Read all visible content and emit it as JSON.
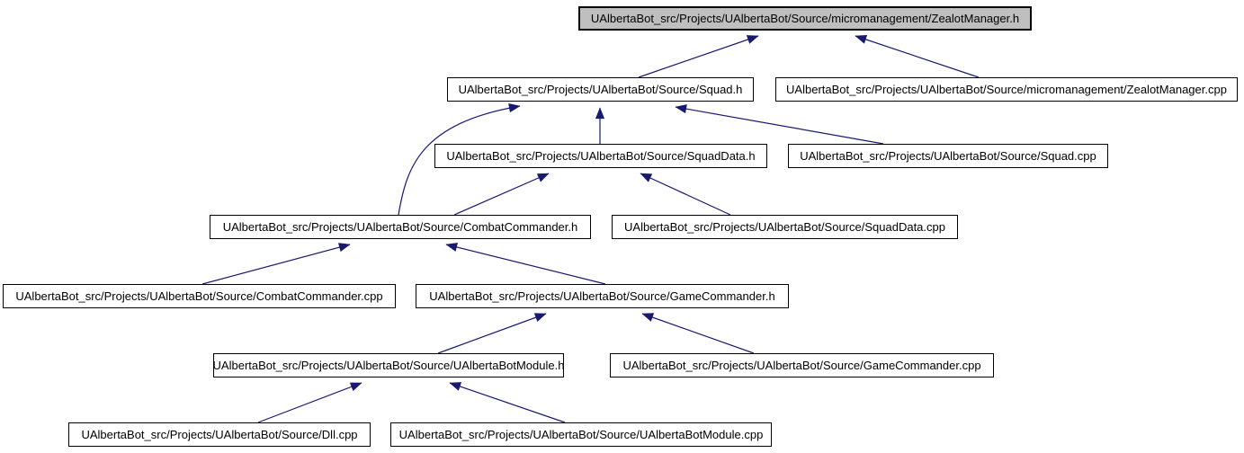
{
  "diagram": {
    "type": "doxygen-included-by-dependency-graph",
    "colors": {
      "edge": "#191970",
      "node_border": "#000000",
      "node_fill": "#ffffff",
      "highlight_fill": "#bfbfbf",
      "text": "#000000",
      "background": "#ffffff"
    },
    "nodes": [
      {
        "id": "zealotmanager-h",
        "label": "UAlbertaBot_src/Projects/UAlbertaBot/Source/micromanagement/ZealotManager.h",
        "highlighted": true
      },
      {
        "id": "squad-h",
        "label": "UAlbertaBot_src/Projects/UAlbertaBot/Source/Squad.h",
        "highlighted": false
      },
      {
        "id": "zealotmanager-cpp",
        "label": "UAlbertaBot_src/Projects/UAlbertaBot/Source/micromanagement/ZealotManager.cpp",
        "highlighted": false
      },
      {
        "id": "squaddata-h",
        "label": "UAlbertaBot_src/Projects/UAlbertaBot/Source/SquadData.h",
        "highlighted": false
      },
      {
        "id": "squad-cpp",
        "label": "UAlbertaBot_src/Projects/UAlbertaBot/Source/Squad.cpp",
        "highlighted": false
      },
      {
        "id": "combatcommander-h",
        "label": "UAlbertaBot_src/Projects/UAlbertaBot/Source/CombatCommander.h",
        "highlighted": false
      },
      {
        "id": "squaddata-cpp",
        "label": "UAlbertaBot_src/Projects/UAlbertaBot/Source/SquadData.cpp",
        "highlighted": false
      },
      {
        "id": "combatcommander-cpp",
        "label": "UAlbertaBot_src/Projects/UAlbertaBot/Source/CombatCommander.cpp",
        "highlighted": false
      },
      {
        "id": "gamecommander-h",
        "label": "UAlbertaBot_src/Projects/UAlbertaBot/Source/GameCommander.h",
        "highlighted": false
      },
      {
        "id": "ualbertabotmodule-h",
        "label": "UAlbertaBot_src/Projects/UAlbertaBot/Source/UAlbertaBotModule.h",
        "highlighted": false
      },
      {
        "id": "gamecommander-cpp",
        "label": "UAlbertaBot_src/Projects/UAlbertaBot/Source/GameCommander.cpp",
        "highlighted": false
      },
      {
        "id": "dll-cpp",
        "label": "UAlbertaBot_src/Projects/UAlbertaBot/Source/Dll.cpp",
        "highlighted": false
      },
      {
        "id": "ualbertabotmodule-cpp",
        "label": "UAlbertaBot_src/Projects/UAlbertaBot/Source/UAlbertaBotModule.cpp",
        "highlighted": false
      }
    ],
    "edges": [
      {
        "from": "squad-h",
        "to": "zealotmanager-h"
      },
      {
        "from": "zealotmanager-cpp",
        "to": "zealotmanager-h"
      },
      {
        "from": "combatcommander-h",
        "to": "squad-h"
      },
      {
        "from": "squaddata-h",
        "to": "squad-h"
      },
      {
        "from": "squad-cpp",
        "to": "squad-h"
      },
      {
        "from": "combatcommander-h",
        "to": "squaddata-h"
      },
      {
        "from": "squaddata-cpp",
        "to": "squaddata-h"
      },
      {
        "from": "combatcommander-cpp",
        "to": "combatcommander-h"
      },
      {
        "from": "gamecommander-h",
        "to": "combatcommander-h"
      },
      {
        "from": "ualbertabotmodule-h",
        "to": "gamecommander-h"
      },
      {
        "from": "gamecommander-cpp",
        "to": "gamecommander-h"
      },
      {
        "from": "dll-cpp",
        "to": "ualbertabotmodule-h"
      },
      {
        "from": "ualbertabotmodule-cpp",
        "to": "ualbertabotmodule-h"
      }
    ]
  }
}
